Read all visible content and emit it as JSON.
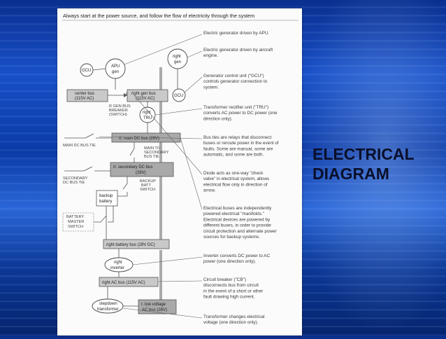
{
  "slide": {
    "title_line1": "ELECTRICAL",
    "title_line2": "DIAGRAM"
  },
  "diagram": {
    "header": "Always start at the power source, and follow the flow of electricity through the system",
    "nodes": {
      "gcu_left": "GCU",
      "apu_gen_1": "APU",
      "apu_gen_2": "gen",
      "right_gen_1": "right",
      "right_gen_2": "gen",
      "gcu_right": "GCU",
      "center_bus_1": "center bus",
      "center_bus_2": "(115V AC)",
      "right_gen_bus_1": "right gen bus",
      "right_gen_bus_2": "(115V AC)",
      "rgen_breaker_1": "R GEN BUS",
      "rgen_breaker_2": "BREAKER",
      "rgen_breaker_3": "(SWITCH)",
      "right_tru_1": "right",
      "right_tru_2": "TRU",
      "main_dc_bus": "rt. main DC bus (28V)",
      "main_dc_tie": "MAIN DC BUS TIE",
      "main_to_secondary_1": "MAIN TO",
      "main_to_secondary_2": "SECONDARY",
      "main_to_secondary_3": "BUS TIE",
      "secondary_dc_tie_1": "SECONDARY",
      "secondary_dc_tie_2": "DC BUS TIE",
      "secondary_dc_bus_1": "rt. secondary DC bus",
      "secondary_dc_bus_2": "(28V)",
      "backup_batt_switch_1": "BACKUP",
      "backup_batt_switch_2": "BATT",
      "backup_batt_switch_3": "SWITCH",
      "backup_battery_1": "backup",
      "backup_battery_2": "battery",
      "battery_master_1": "BATTERY",
      "battery_master_2": "MASTER",
      "battery_master_3": "SWITCH",
      "right_battery_bus": "right battery bus (28V DC)",
      "right_inverter_1": "right",
      "right_inverter_2": "inverter",
      "right_ac_bus": "right AC bus (115V AC)",
      "stepdown_1": "stepdown",
      "stepdown_2": "transformer",
      "low_voltage_1": "r. low voltage",
      "low_voltage_2": "AC bus (28V)"
    },
    "notes": [
      [
        "Electric generator driven by APU."
      ],
      [
        "Electric generator driven by aircraft",
        "engine."
      ],
      [
        "Generator control unit (\"GCU\")",
        "controls generator connection to",
        "system."
      ],
      [
        "Transformer rectifier unit (\"TRU\")",
        "converts AC power to DC power (one",
        "direction only)."
      ],
      [
        "Bus ties are relays that disconnect",
        "buses or reroute power in the event of",
        "faults.  Some are manual, some are",
        "automatic, and some are both."
      ],
      [
        "Diode acts as one-way \"check",
        "valve\" in electrical system, allows",
        "electrical flow only in direction of",
        "arrow."
      ],
      [
        "Electrical buses are independently",
        "powered electrical \"manifolds.\"",
        "Electrical devices are powered by",
        "different buses, in order to provide",
        "circuit protection and alternate power",
        "sources for backup systems."
      ],
      [
        "Inverter converts DC power to AC",
        "power (one direction only)."
      ],
      [
        "Circuit breaker (\"CB\")",
        "disconnects bus from circuit",
        "in the event of a short or other",
        "fault drawing high current."
      ],
      [
        "Transformer changes electrical",
        "voltage (one direction only)."
      ]
    ]
  }
}
